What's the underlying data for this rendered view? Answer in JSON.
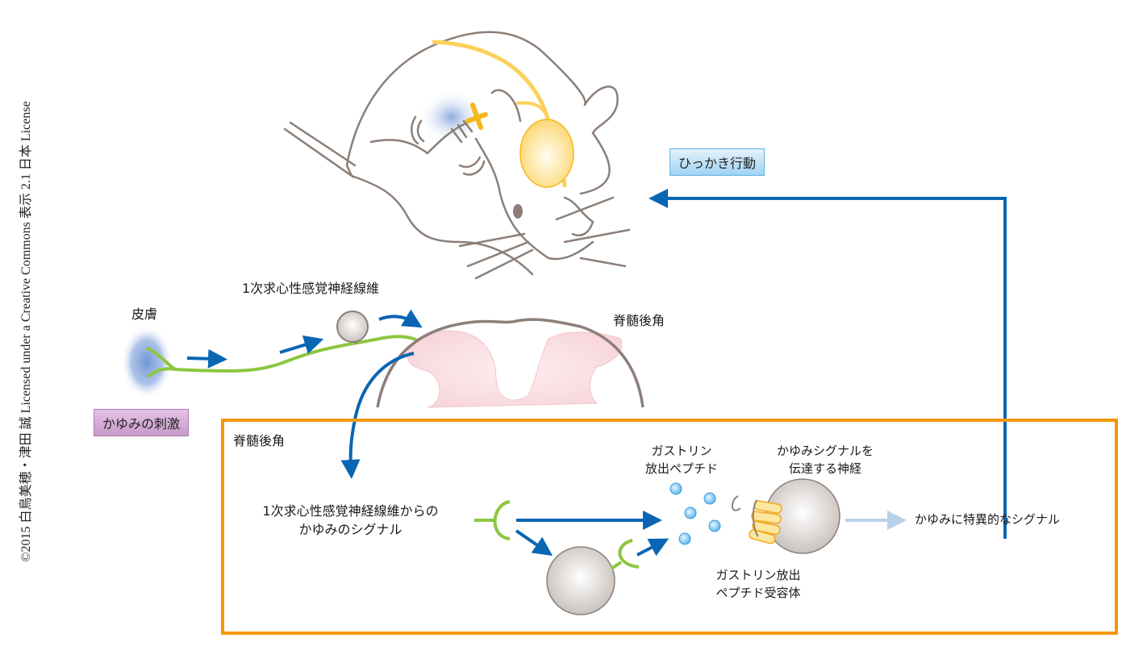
{
  "copyright": "©2015 白鳥美穂・津田 誠 Licensed under a Creative Commons 表示 2.1 日本 License",
  "labels": {
    "skin": "皮膚",
    "primary_afferent": "1次求心性感覚神経線維",
    "dorsal_horn_top": "脊髄後角",
    "itch_stimulus": "かゆみの刺激",
    "scratching": "ひっかき行動",
    "dorsal_horn_box": "脊髄後角",
    "signal_line1": "1次求心性感覚神経線維からの",
    "signal_line2": "かゆみのシグナル",
    "grp_line1": "ガストリン",
    "grp_line2": "放出ペプチド",
    "transmit_line1": "かゆみシグナルを",
    "transmit_line2": "伝達する神経",
    "receptor_line1": "ガストリン放出",
    "receptor_line2": "ペプチド受容体",
    "itch_specific": "かゆみに特異的なシグナル"
  },
  "colors": {
    "arrow_blue": "#0a66b3",
    "fiber_green": "#8cc63f",
    "box_orange": "#f39800",
    "outline_gray": "#8c7f78",
    "spinal_pink": "#f9dde0",
    "neuron_yellow": "#fbd15b"
  }
}
